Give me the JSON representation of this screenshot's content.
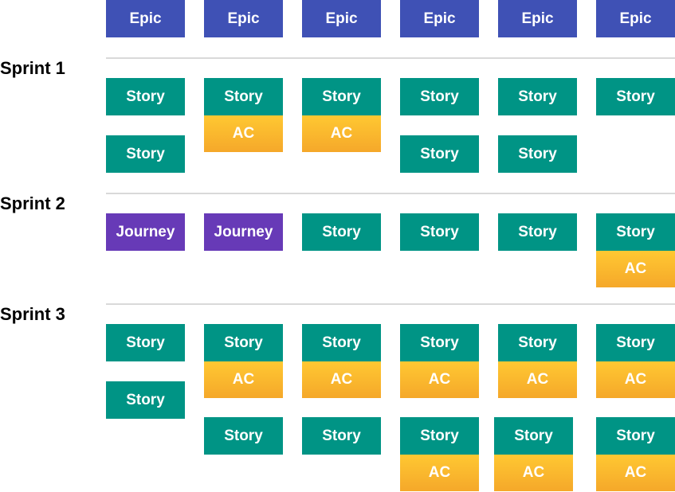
{
  "labels": {
    "epic": "Epic",
    "story": "Story",
    "ac": "AC",
    "journey": "Journey"
  },
  "sprints": [
    "Sprint 1",
    "Sprint 2",
    "Sprint 3"
  ],
  "colors": {
    "epic": "#3f51b5",
    "story": "#009485",
    "journey": "#673ab7",
    "ac_top": "#ffc832",
    "ac_bottom": "#f5a82a",
    "divider": "#d9d9d9"
  }
}
